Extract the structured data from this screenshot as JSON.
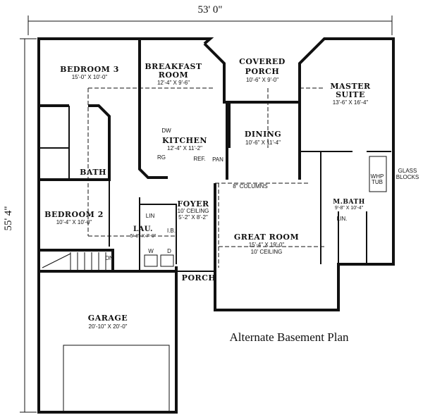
{
  "dimensions": {
    "width": "53' 0\"",
    "depth": "55' 4\""
  },
  "caption": "Alternate Basement Plan",
  "rooms": {
    "bedroom3": {
      "name": "BEDROOM 3",
      "size": "15'-0\" X 10'-0\""
    },
    "breakfast": {
      "name1": "BREAKFAST",
      "name2": "ROOM",
      "size": "12'-4\" X 9'-6\""
    },
    "covered_porch": {
      "name1": "COVERED",
      "name2": "PORCH",
      "size": "10'-6\" X 9'-0\""
    },
    "master_suite": {
      "name1": "MASTER",
      "name2": "SUITE",
      "size": "13'-6\" X 16'-4\""
    },
    "kitchen": {
      "name": "KITCHEN",
      "size": "12'-4\" X 11'-2\""
    },
    "dining": {
      "name": "DINING",
      "size": "10'-6\" X 11'-4\""
    },
    "bath": {
      "name": "BATH"
    },
    "master_bath": {
      "name": "M.BATH",
      "size": "9'-8\" X 10'-4\""
    },
    "foyer": {
      "name": "FOYER",
      "ceiling": "10' CEILING",
      "size": "5'-2\" X 8'-2\""
    },
    "bedroom2": {
      "name": "BEDROOM 2",
      "size": "10'-4\" X 10'-0\""
    },
    "laundry": {
      "name": "LAU.",
      "size": "5'-8\" X 7'-0\""
    },
    "great_room": {
      "name": "GREAT ROOM",
      "size": "15'-4\" X 19'-0\"",
      "ceiling": "10' CEILING"
    },
    "porch": {
      "name": "PORCH"
    },
    "garage": {
      "name": "GARAGE",
      "size": "20'-10\" X 20'-0\""
    }
  },
  "fixtures": {
    "dw": "DW",
    "rg": "RG",
    "ref": "REF.",
    "pan": "PAN",
    "columns": "8\" COLUMNS",
    "glass1": "GLASS",
    "glass2": "BLOCKS",
    "whp": "WHP",
    "tub": "TUB",
    "lin": "LIN",
    "lin2": "LIN.",
    "ib": "I.B.",
    "w": "W",
    "d": "D",
    "dn": "DN"
  }
}
